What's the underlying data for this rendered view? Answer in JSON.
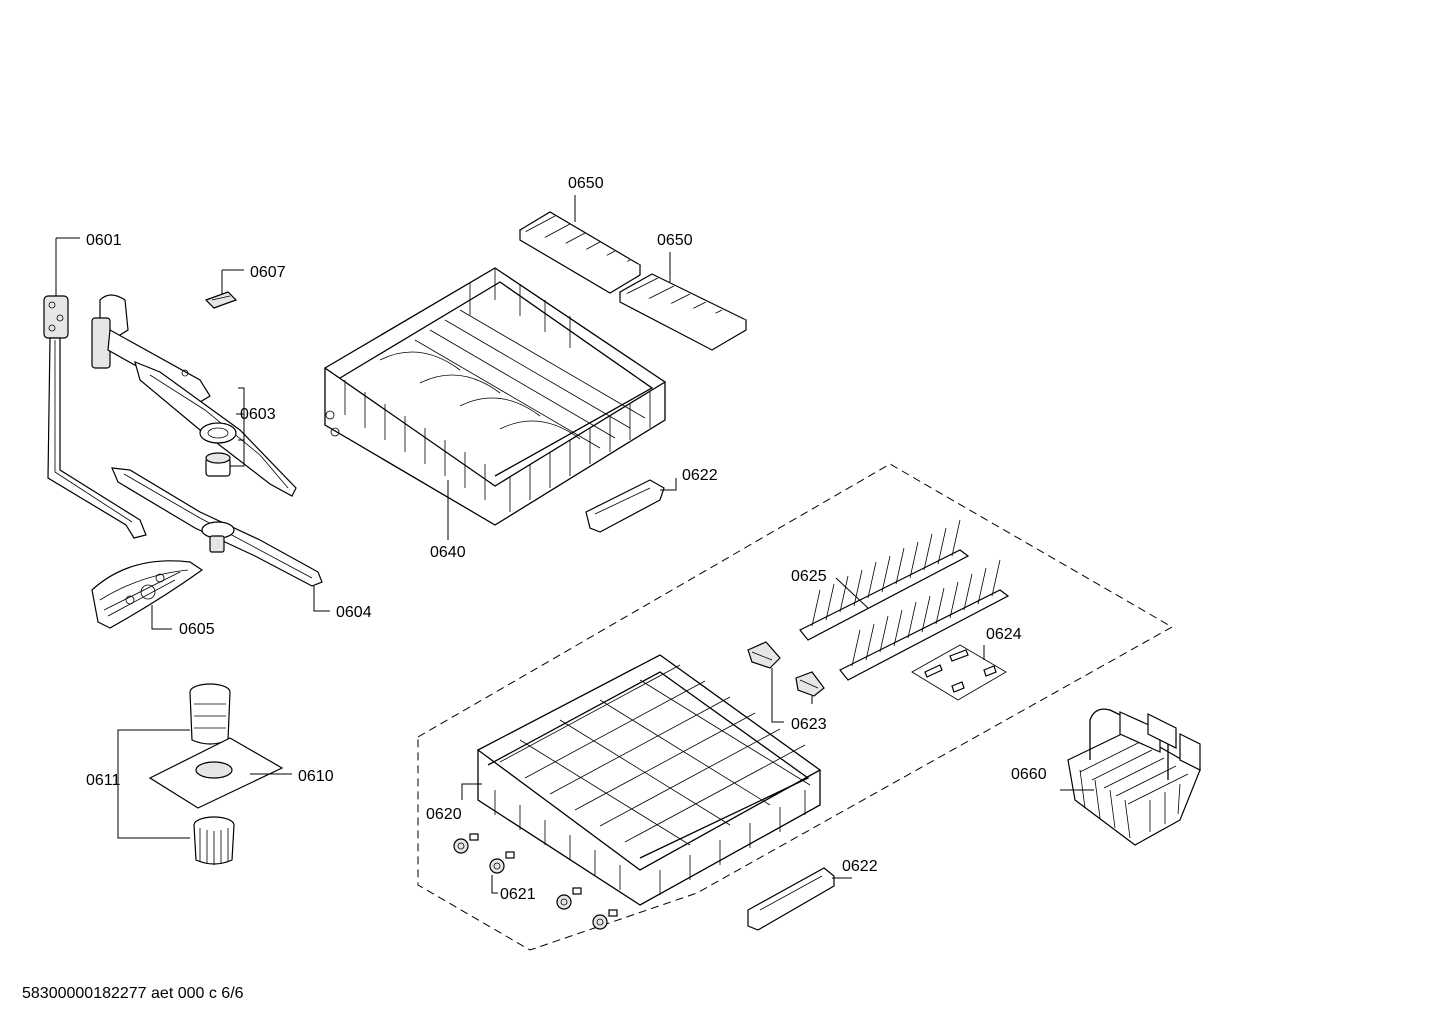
{
  "labels": {
    "l0601": "0601",
    "l0607": "0607",
    "l0603": "0603",
    "l0605": "0605",
    "l0604": "0604",
    "l0611": "0611",
    "l0610": "0610",
    "l0650a": "0650",
    "l0650b": "0650",
    "l0640": "0640",
    "l0622a": "0622",
    "l0625": "0625",
    "l0624": "0624",
    "l0623": "0623",
    "l0620": "0620",
    "l0621": "0621",
    "l0622b": "0622",
    "l0660": "0660"
  },
  "footer": "58300000182277 aet 000 c 6/6",
  "icons": {
    "upper_spray_arm": "upper-spray-arm-icon",
    "lower_spray_arm": "lower-spray-arm-icon",
    "spray_pipe": "spray-pipe-icon",
    "clip": "clip-icon",
    "filter_assembly": "filter-assembly-icon",
    "upper_basket": "upper-basket-icon",
    "lower_basket": "lower-basket-icon",
    "cutlery_basket": "cutlery-basket-icon"
  }
}
